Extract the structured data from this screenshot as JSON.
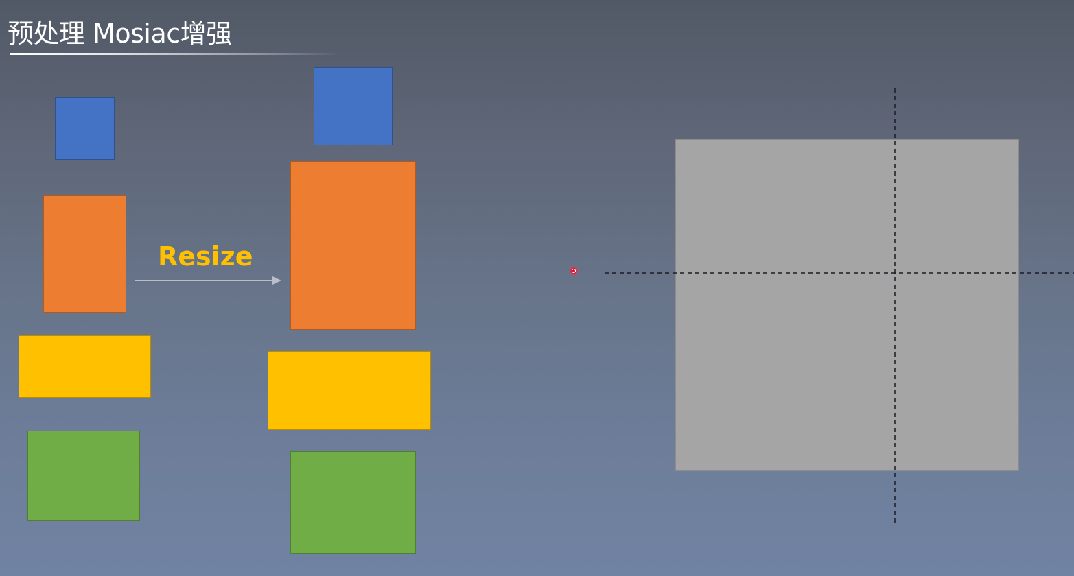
{
  "slide": {
    "title": "预处理 Mosiac增强"
  },
  "diagram": {
    "step_label": "Resize",
    "colors": {
      "blue": "#4472c4",
      "orange": "#ed7d31",
      "yellow": "#ffc000",
      "green": "#70ad47",
      "canvas": "#a5a5a5",
      "label": "#ffc000"
    },
    "original_images": [
      "blue",
      "orange",
      "yellow",
      "green"
    ],
    "resized_images": [
      "blue",
      "orange",
      "yellow",
      "green"
    ],
    "mosaic": {
      "quadrant_divider_style": "dashed",
      "pointer": "red laser pointer dot"
    }
  }
}
